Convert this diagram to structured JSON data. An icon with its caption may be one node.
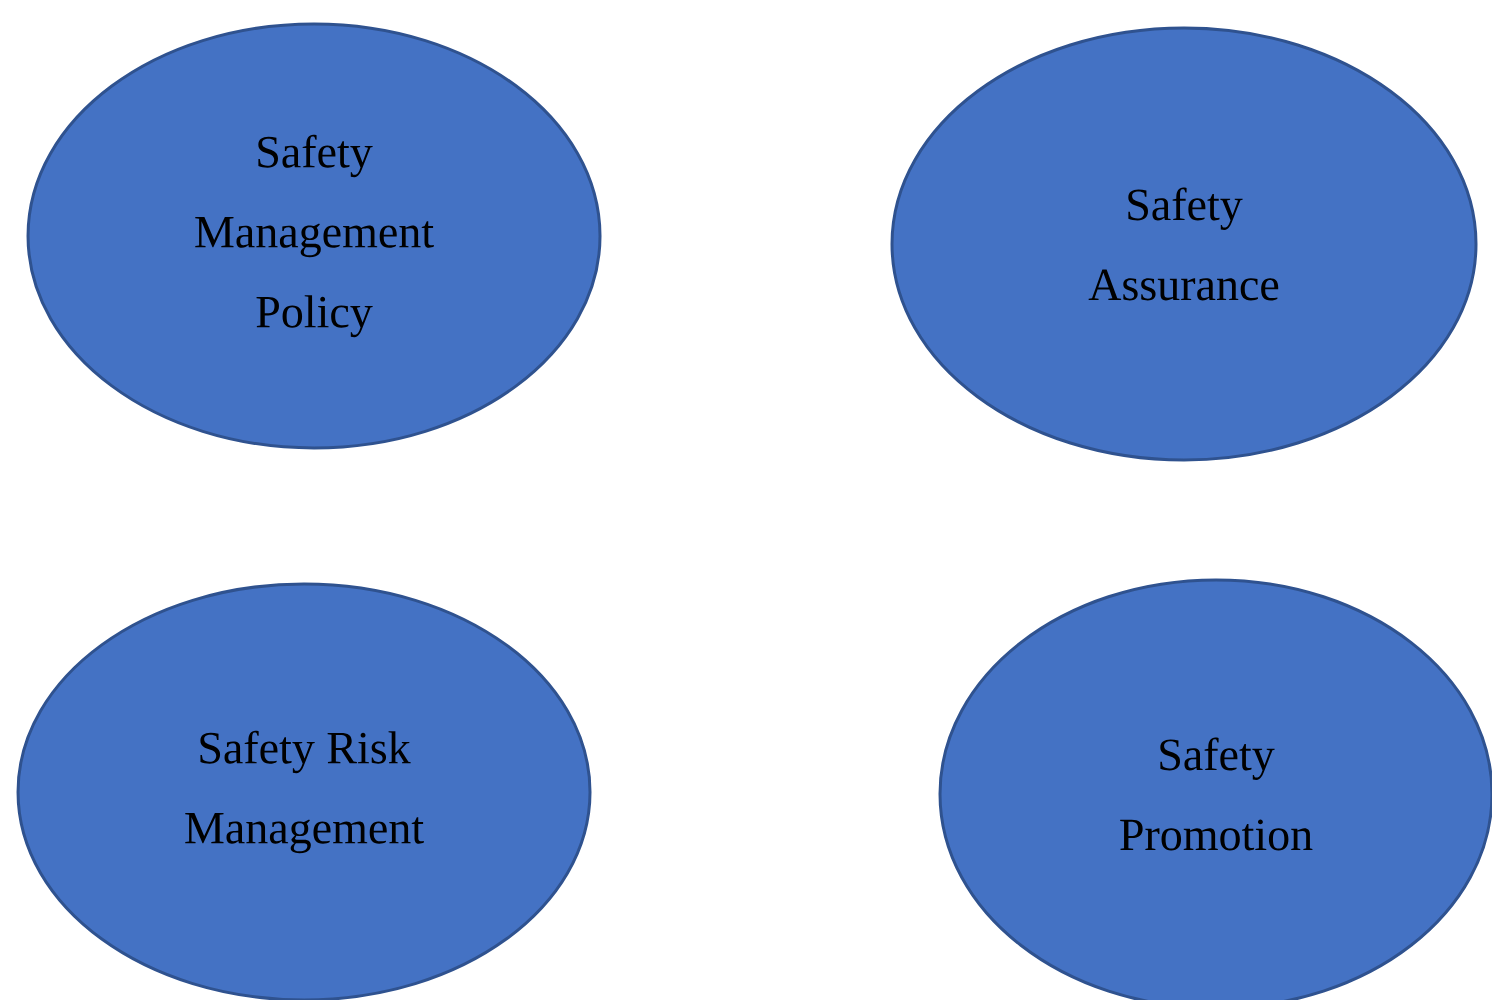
{
  "diagram": {
    "nodes": [
      {
        "text": [
          "Safety Management Policy"
        ]
      },
      {
        "text": [
          "Safety Assurance"
        ]
      },
      {
        "text": [
          "Safety Risk Management"
        ]
      },
      {
        "text": [
          "Safety Promotion"
        ]
      }
    ]
  }
}
